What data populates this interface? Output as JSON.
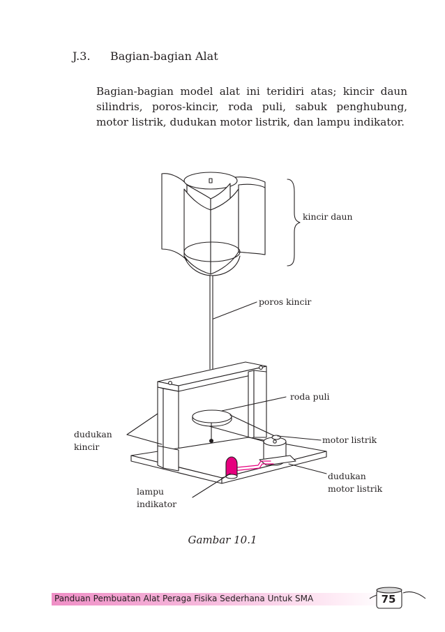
{
  "section": {
    "number": "J.3.",
    "title": "Bagian-bagian Alat"
  },
  "paragraph": "Bagian-bagian model alat ini teridiri atas; kincir daun silindris, poros-kincir, roda puli, sabuk penghubung, motor listrik, dudukan motor listrik, dan lampu indikator.",
  "figure": {
    "labels": {
      "kincir_daun": "kincir daun",
      "poros_kincir": "poros kincir",
      "roda_puli": "roda puli",
      "motor_listrik": "motor listrik",
      "dudukan_kincir_1": "dudukan",
      "dudukan_kincir_2": "kincir",
      "dudukan_motor_1": "dudukan",
      "dudukan_motor_2": "motor listrik",
      "lampu_1": "lampu",
      "lampu_2": "indikator"
    },
    "caption": "Gambar 10.1",
    "lamp_color": "#e6007e"
  },
  "footer": {
    "text": "Panduan Pembuatan Alat Peraga Fisika Sederhana Untuk SMA",
    "page": "75",
    "band_color": "#ef8fc6"
  }
}
